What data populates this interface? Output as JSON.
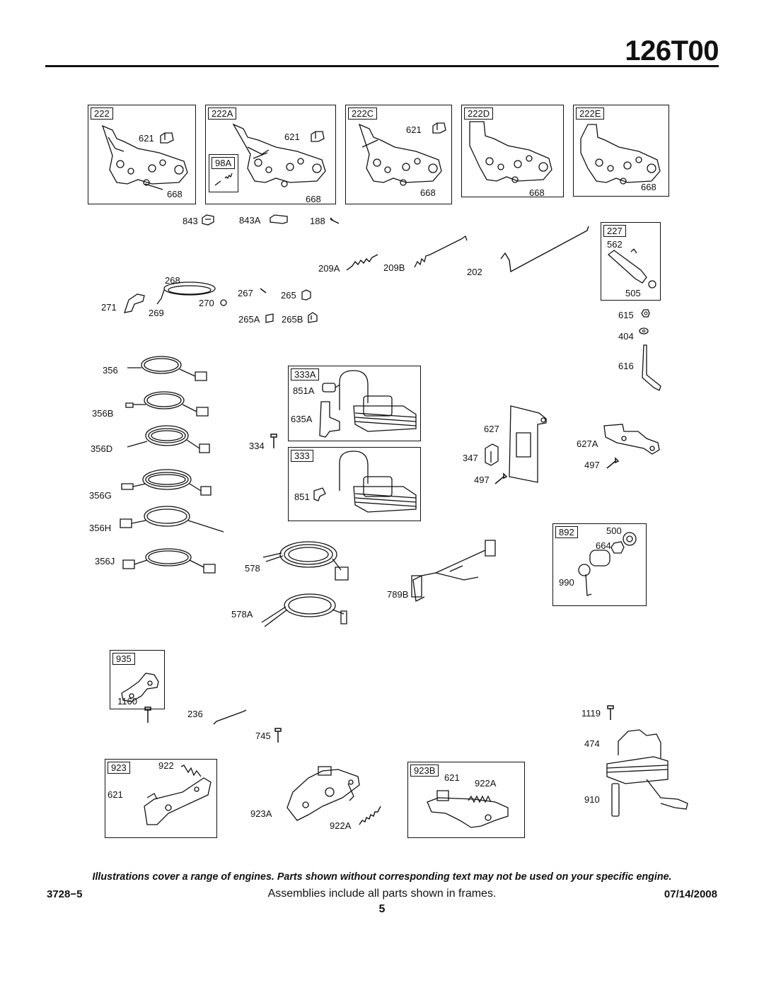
{
  "header": {
    "model": "126T00"
  },
  "frames": [
    {
      "label": "222"
    },
    {
      "label": "222A"
    },
    {
      "label": "98A"
    },
    {
      "label": "222C"
    },
    {
      "label": "222D"
    },
    {
      "label": "222E"
    },
    {
      "label": "227"
    },
    {
      "label": "333A"
    },
    {
      "label": "333"
    },
    {
      "label": "892"
    },
    {
      "label": "935"
    },
    {
      "label": "923"
    },
    {
      "label": "923B"
    }
  ],
  "parts": [
    "621",
    "668",
    "621",
    "668",
    "621",
    "668",
    "668",
    "668",
    "843",
    "843A",
    "188",
    "209A",
    "209B",
    "202",
    "562",
    "505",
    "268",
    "271",
    "269",
    "270",
    "267",
    "265",
    "265A",
    "265B",
    "615",
    "404",
    "616",
    "356",
    "356B",
    "356D",
    "356G",
    "356H",
    "356J",
    "851A",
    "635A",
    "334",
    "851",
    "627",
    "627A",
    "347",
    "497",
    "497",
    "500",
    "664",
    "990",
    "578",
    "789B",
    "578A",
    "1160",
    "236",
    "745",
    "1119",
    "474",
    "910",
    "922",
    "621",
    "923A",
    "922A",
    "621",
    "922A"
  ],
  "footer": {
    "note": "Illustrations cover a range of engines. Parts shown without corresponding text may not be used on your specific engine.",
    "code": "3728−5",
    "assemblies": "Assemblies include all parts shown in frames.",
    "date": "07/14/2008",
    "page": "5"
  }
}
